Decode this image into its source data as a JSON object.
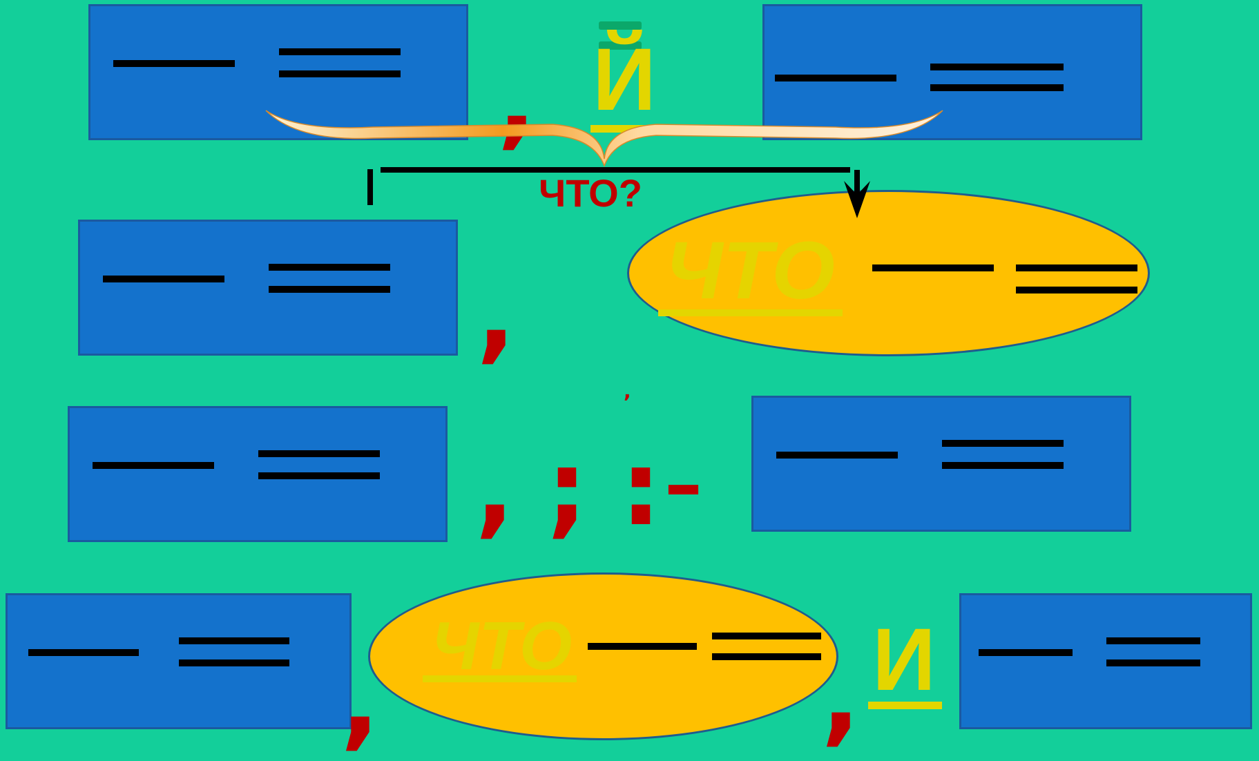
{
  "colors": {
    "background": "#13cf9a",
    "clause_box": "#1472cc",
    "subordinate_oval": "#ffc000",
    "punctuation": "#c00000",
    "conjunction": "#e3d600",
    "brace": "#f39a1f"
  },
  "row1": {
    "conjunction": "Й",
    "question": "ЧТО?",
    "comma": ","
  },
  "row2": {
    "subordinate_word": "ЧТО",
    "comma": ",",
    "small_comma": ","
  },
  "row3": {
    "comma": ",",
    "semicolon": ";",
    "colon": ":",
    "dash": "–"
  },
  "row4": {
    "subordinate_word": "ЧТО",
    "comma_left": ",",
    "comma_right": ",",
    "conjunction": "И"
  }
}
